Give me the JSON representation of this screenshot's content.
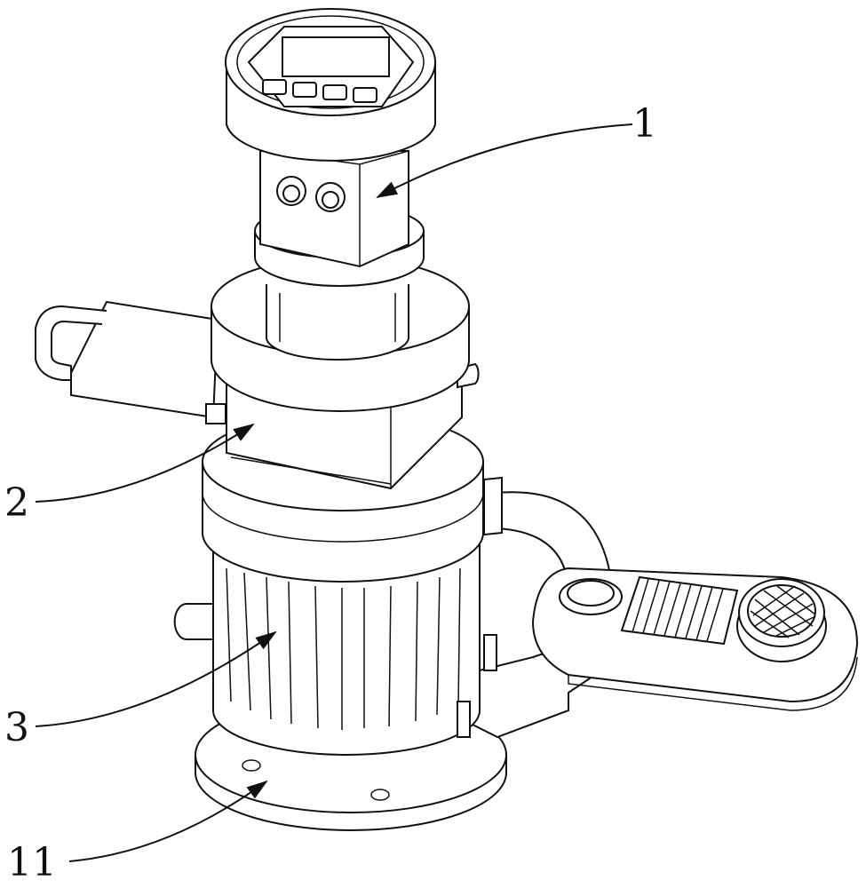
{
  "figure": {
    "labels": [
      {
        "id": "label-1",
        "text": "1"
      },
      {
        "id": "label-2",
        "text": "2"
      },
      {
        "id": "label-3",
        "text": "3"
      },
      {
        "id": "label-11",
        "text": "11"
      }
    ]
  }
}
